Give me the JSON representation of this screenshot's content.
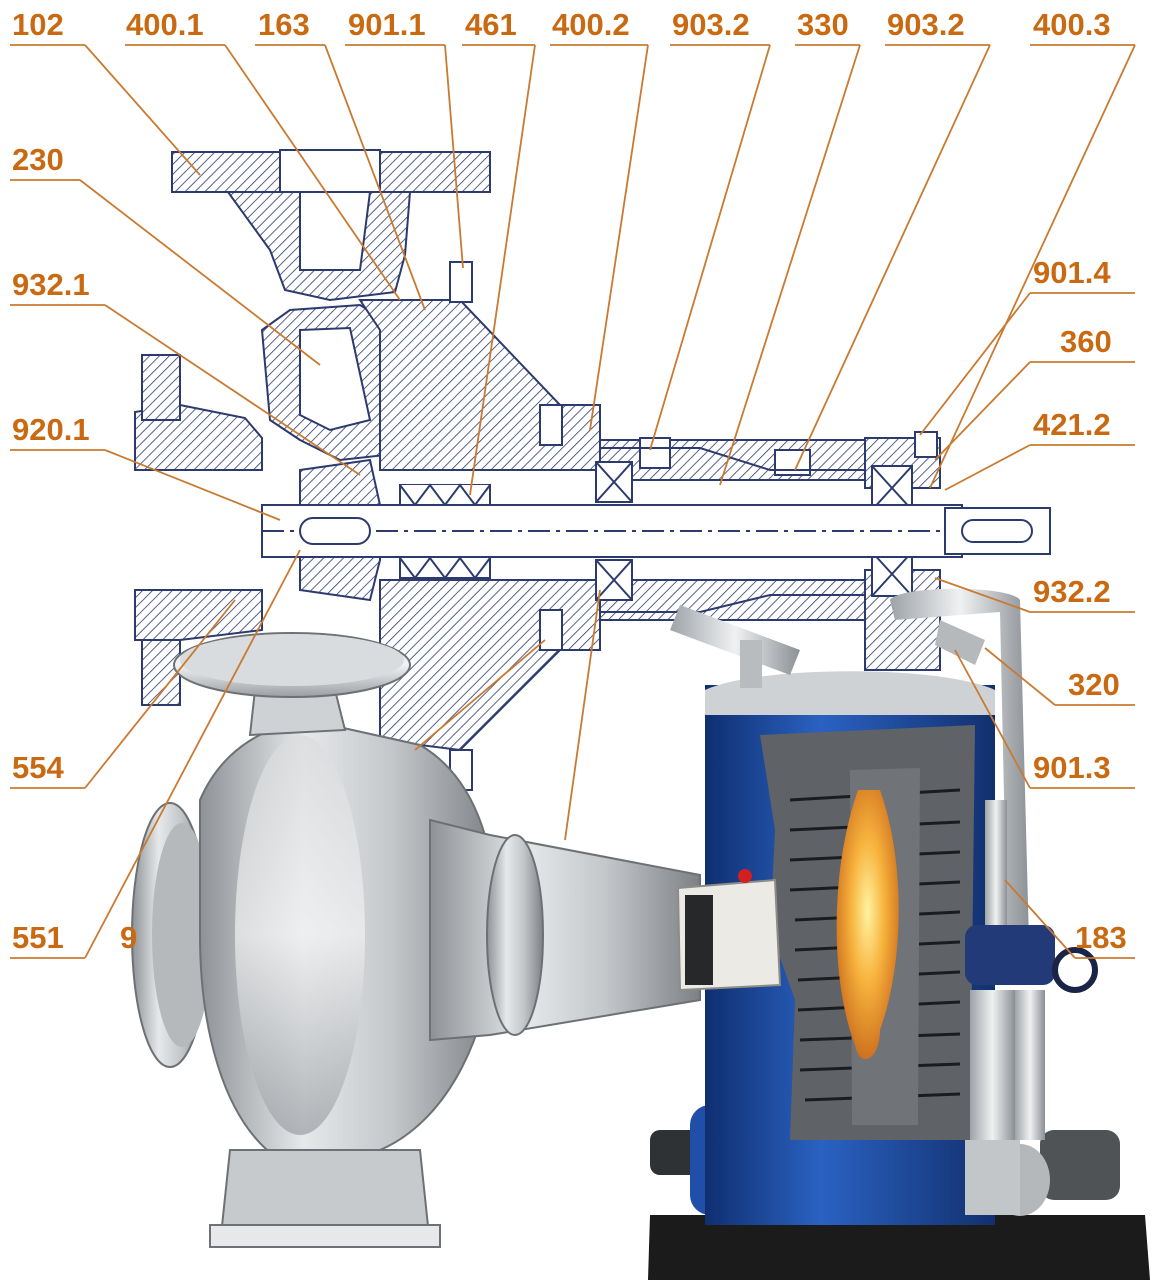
{
  "colors": {
    "label": "#c96a12",
    "leader": "#c97a30",
    "drawing": "#2c3a6e",
    "casting": "#b9bcbf",
    "boiler_body": "#1f4fa8",
    "flame": "#f2a33a"
  },
  "labels": {
    "l102": "102",
    "l400_1": "400.1",
    "l163": "163",
    "l901_1": "901.1",
    "l461": "461",
    "l400_2": "400.2",
    "l903_2a": "903.2",
    "l330": "330",
    "l903_2b": "903.2",
    "l400_3": "400.3",
    "l230": "230",
    "l932_1": "932.1",
    "l901_4": "901.4",
    "l360": "360",
    "l920_1": "920.1",
    "l421_2": "421.2",
    "l932_2": "932.2",
    "l320": "320",
    "l554": "554",
    "l901_3": "901.3",
    "l551": "551",
    "l9": "9",
    "l183": "183"
  }
}
